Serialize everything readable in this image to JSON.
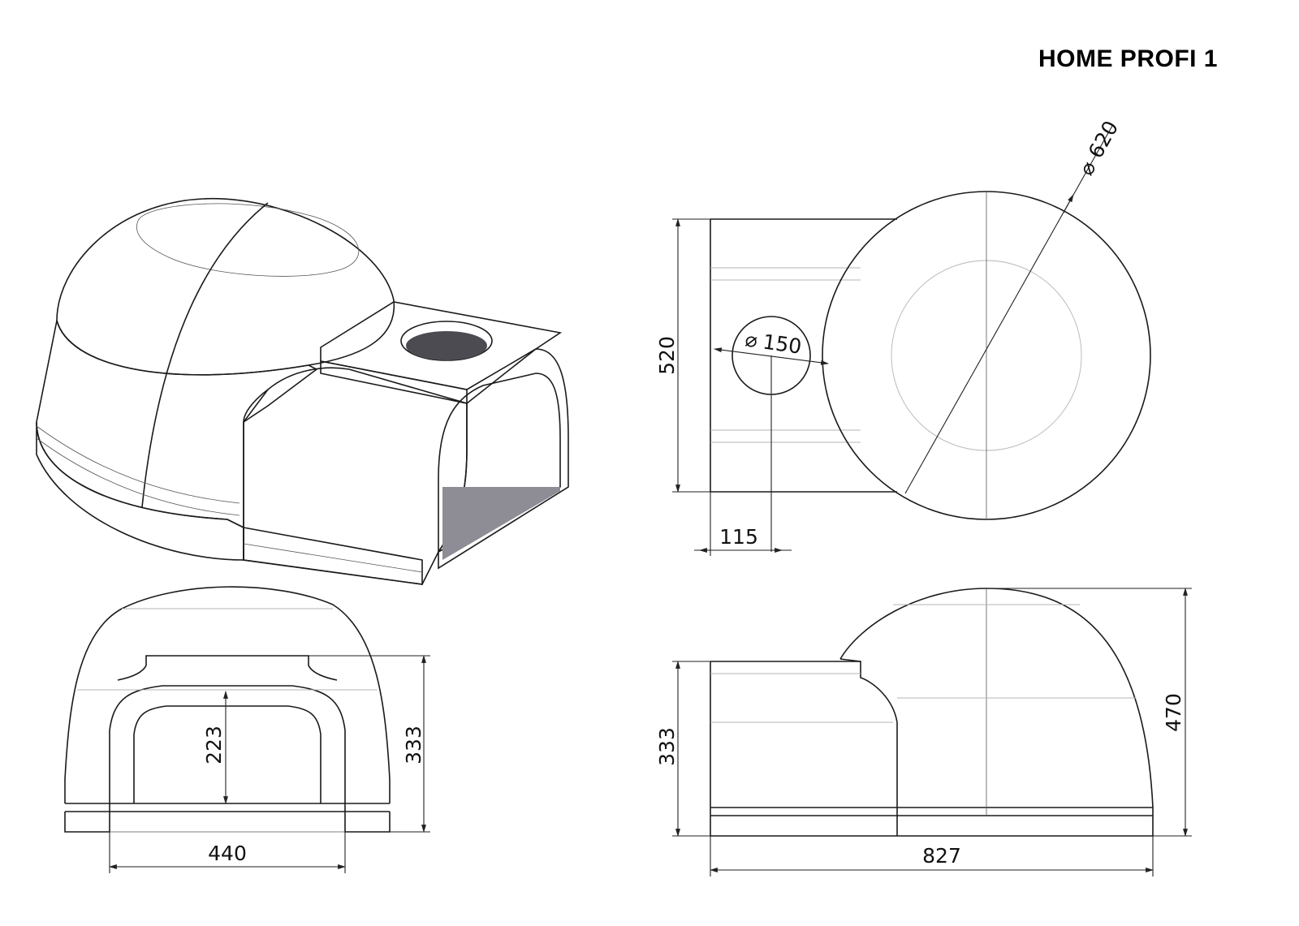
{
  "title": "HOME PROFI 1",
  "colors": {
    "body": "#7a7880",
    "body_dark": "#66646c",
    "body_light": "#9b99a0",
    "line": "#1a1a1a"
  },
  "dimensions": {
    "top_view": {
      "width": "520",
      "chimney_diameter": "150",
      "chimney_offset": "115",
      "dome_diameter": "620"
    },
    "front_view": {
      "total_height": "333",
      "opening_height": "223",
      "opening_width": "440"
    },
    "side_view": {
      "entrance_height": "333",
      "total_height": "470",
      "total_length": "827"
    }
  }
}
